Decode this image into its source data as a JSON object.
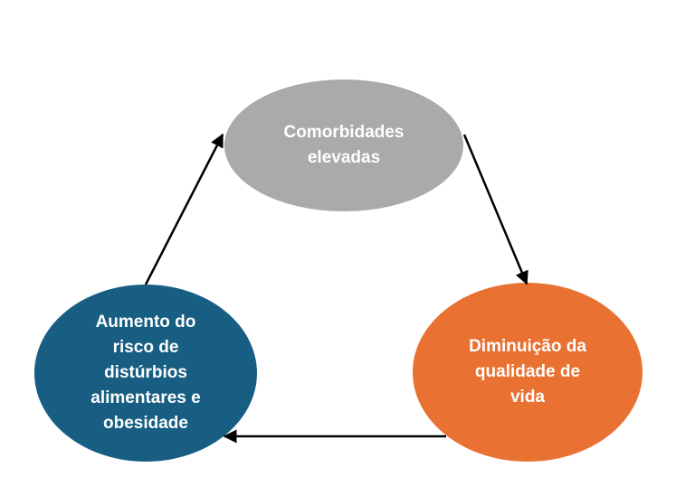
{
  "diagram": {
    "type": "cycle",
    "colors": {
      "top_node": "#aaaaaa",
      "right_node": "#e97132",
      "left_node": "#175e82",
      "arrow": "#000000",
      "text": "#ffffff"
    },
    "nodes": {
      "top": {
        "line1": "Comorbidades",
        "line2": "elevadas"
      },
      "right": {
        "line1": "Diminuição da",
        "line2": "qualidade de",
        "line3": "vida"
      },
      "left": {
        "line1": "Aumento do",
        "line2": "risco de",
        "line3": "distúrbios",
        "line4": "alimentares e",
        "line5": "obesidade"
      }
    },
    "edges": [
      {
        "from": "top",
        "to": "right"
      },
      {
        "from": "right",
        "to": "left"
      },
      {
        "from": "left",
        "to": "top"
      }
    ]
  }
}
